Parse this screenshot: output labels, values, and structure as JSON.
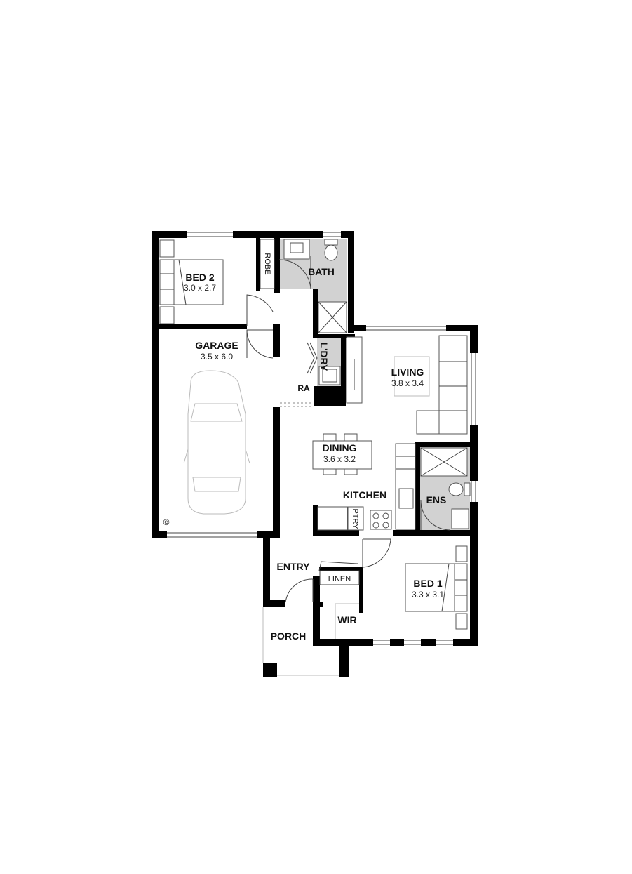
{
  "rooms": {
    "bed2": {
      "name": "BED 2",
      "dim": "3.0 x 2.7"
    },
    "robe": {
      "name": "ROBE"
    },
    "bath": {
      "name": "BATH"
    },
    "garage": {
      "name": "GARAGE",
      "dim": "3.5 x 6.0"
    },
    "laundry": {
      "name": "L'DRY"
    },
    "ra": {
      "name": "RA"
    },
    "living": {
      "name": "LIVING",
      "dim": "3.8 x 3.4"
    },
    "dining": {
      "name": "DINING",
      "dim": "3.6 x 3.2"
    },
    "kitchen": {
      "name": "KITCHEN"
    },
    "pantry": {
      "name": "PTRY"
    },
    "ensuite": {
      "name": "ENS"
    },
    "entry": {
      "name": "ENTRY"
    },
    "linen": {
      "name": "LINEN"
    },
    "bed1": {
      "name": "BED 1",
      "dim": "3.3 x 3.1"
    },
    "wir": {
      "name": "WIR"
    },
    "porch": {
      "name": "PORCH"
    }
  },
  "symbols": {
    "copyright": "©"
  },
  "colors": {
    "wet_area": "#d2d2d2",
    "wall": "#000000"
  }
}
